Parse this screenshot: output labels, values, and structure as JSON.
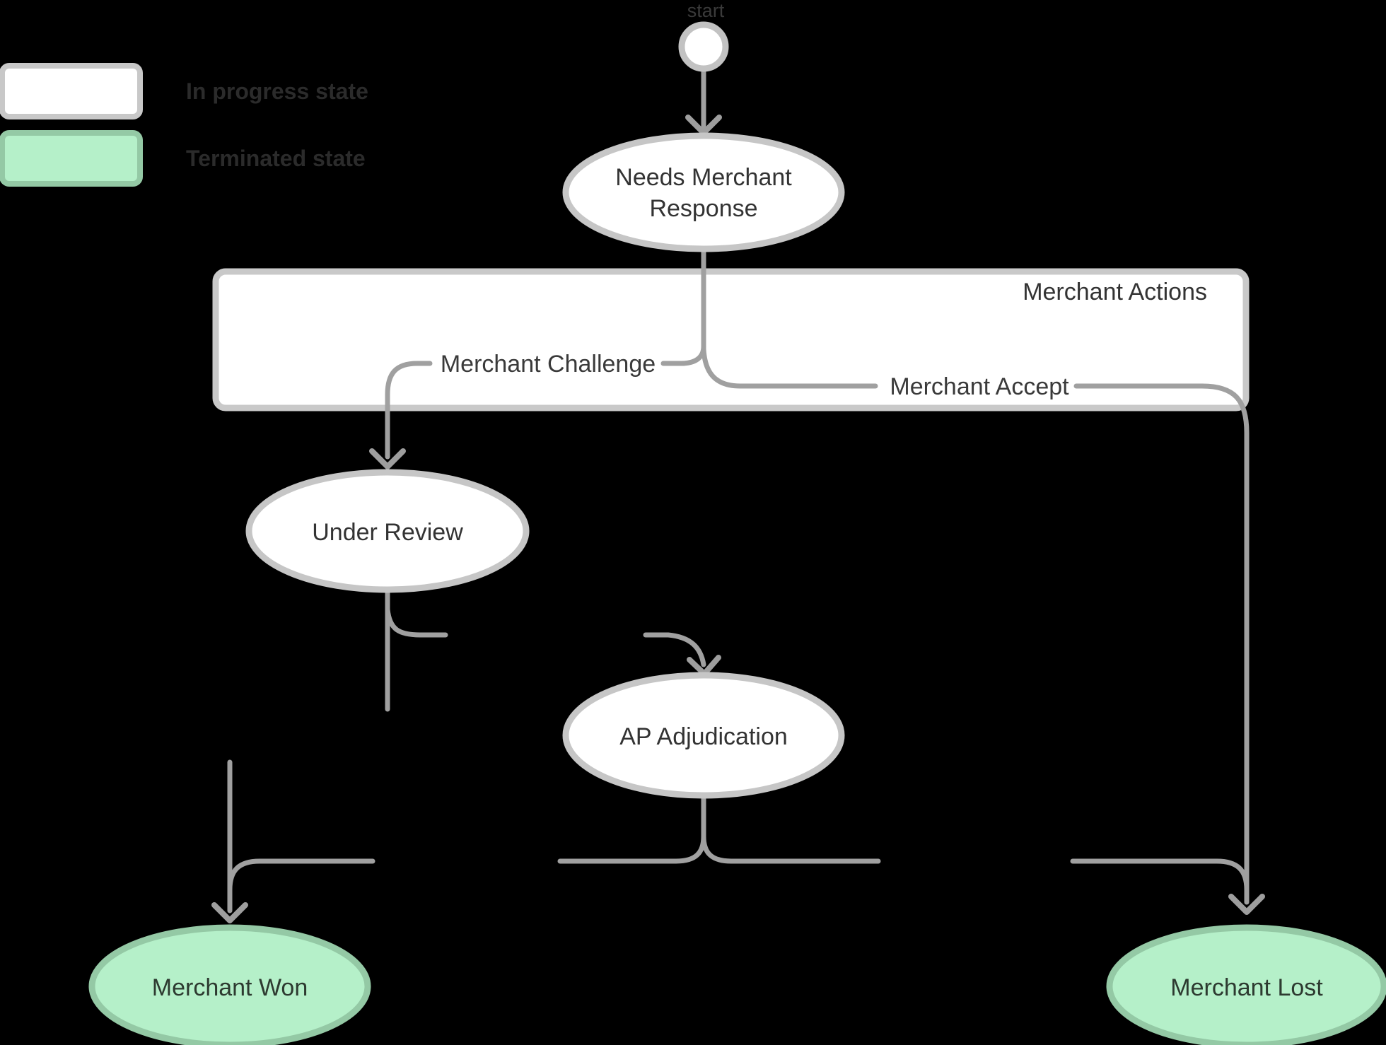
{
  "colors": {
    "background": "#000000",
    "edge_line": "#a0a0a0",
    "node_border": "#c6c6c6",
    "node_fill": "#ffffff",
    "terminated_fill": "#b5f0c9",
    "terminated_border": "#94c9a5",
    "terminated_text": "#2d3a30",
    "label_text": "#333333"
  },
  "legend": {
    "in_progress_label": "In progress state",
    "terminated_label": "Terminated state"
  },
  "start_node": {
    "label": "start"
  },
  "container": {
    "label": "Merchant Actions"
  },
  "edge_labels": {
    "merchant_challenge": "Merchant Challenge",
    "merchant_accept": "Merchant Accept"
  },
  "nodes": {
    "needs_merchant_response_line1": "Needs Merchant",
    "needs_merchant_response_line2": "Response",
    "under_review": "Under Review",
    "ap_adjudication": "AP Adjudication",
    "merchant_won": "Merchant Won",
    "merchant_lost": "Merchant Lost"
  }
}
